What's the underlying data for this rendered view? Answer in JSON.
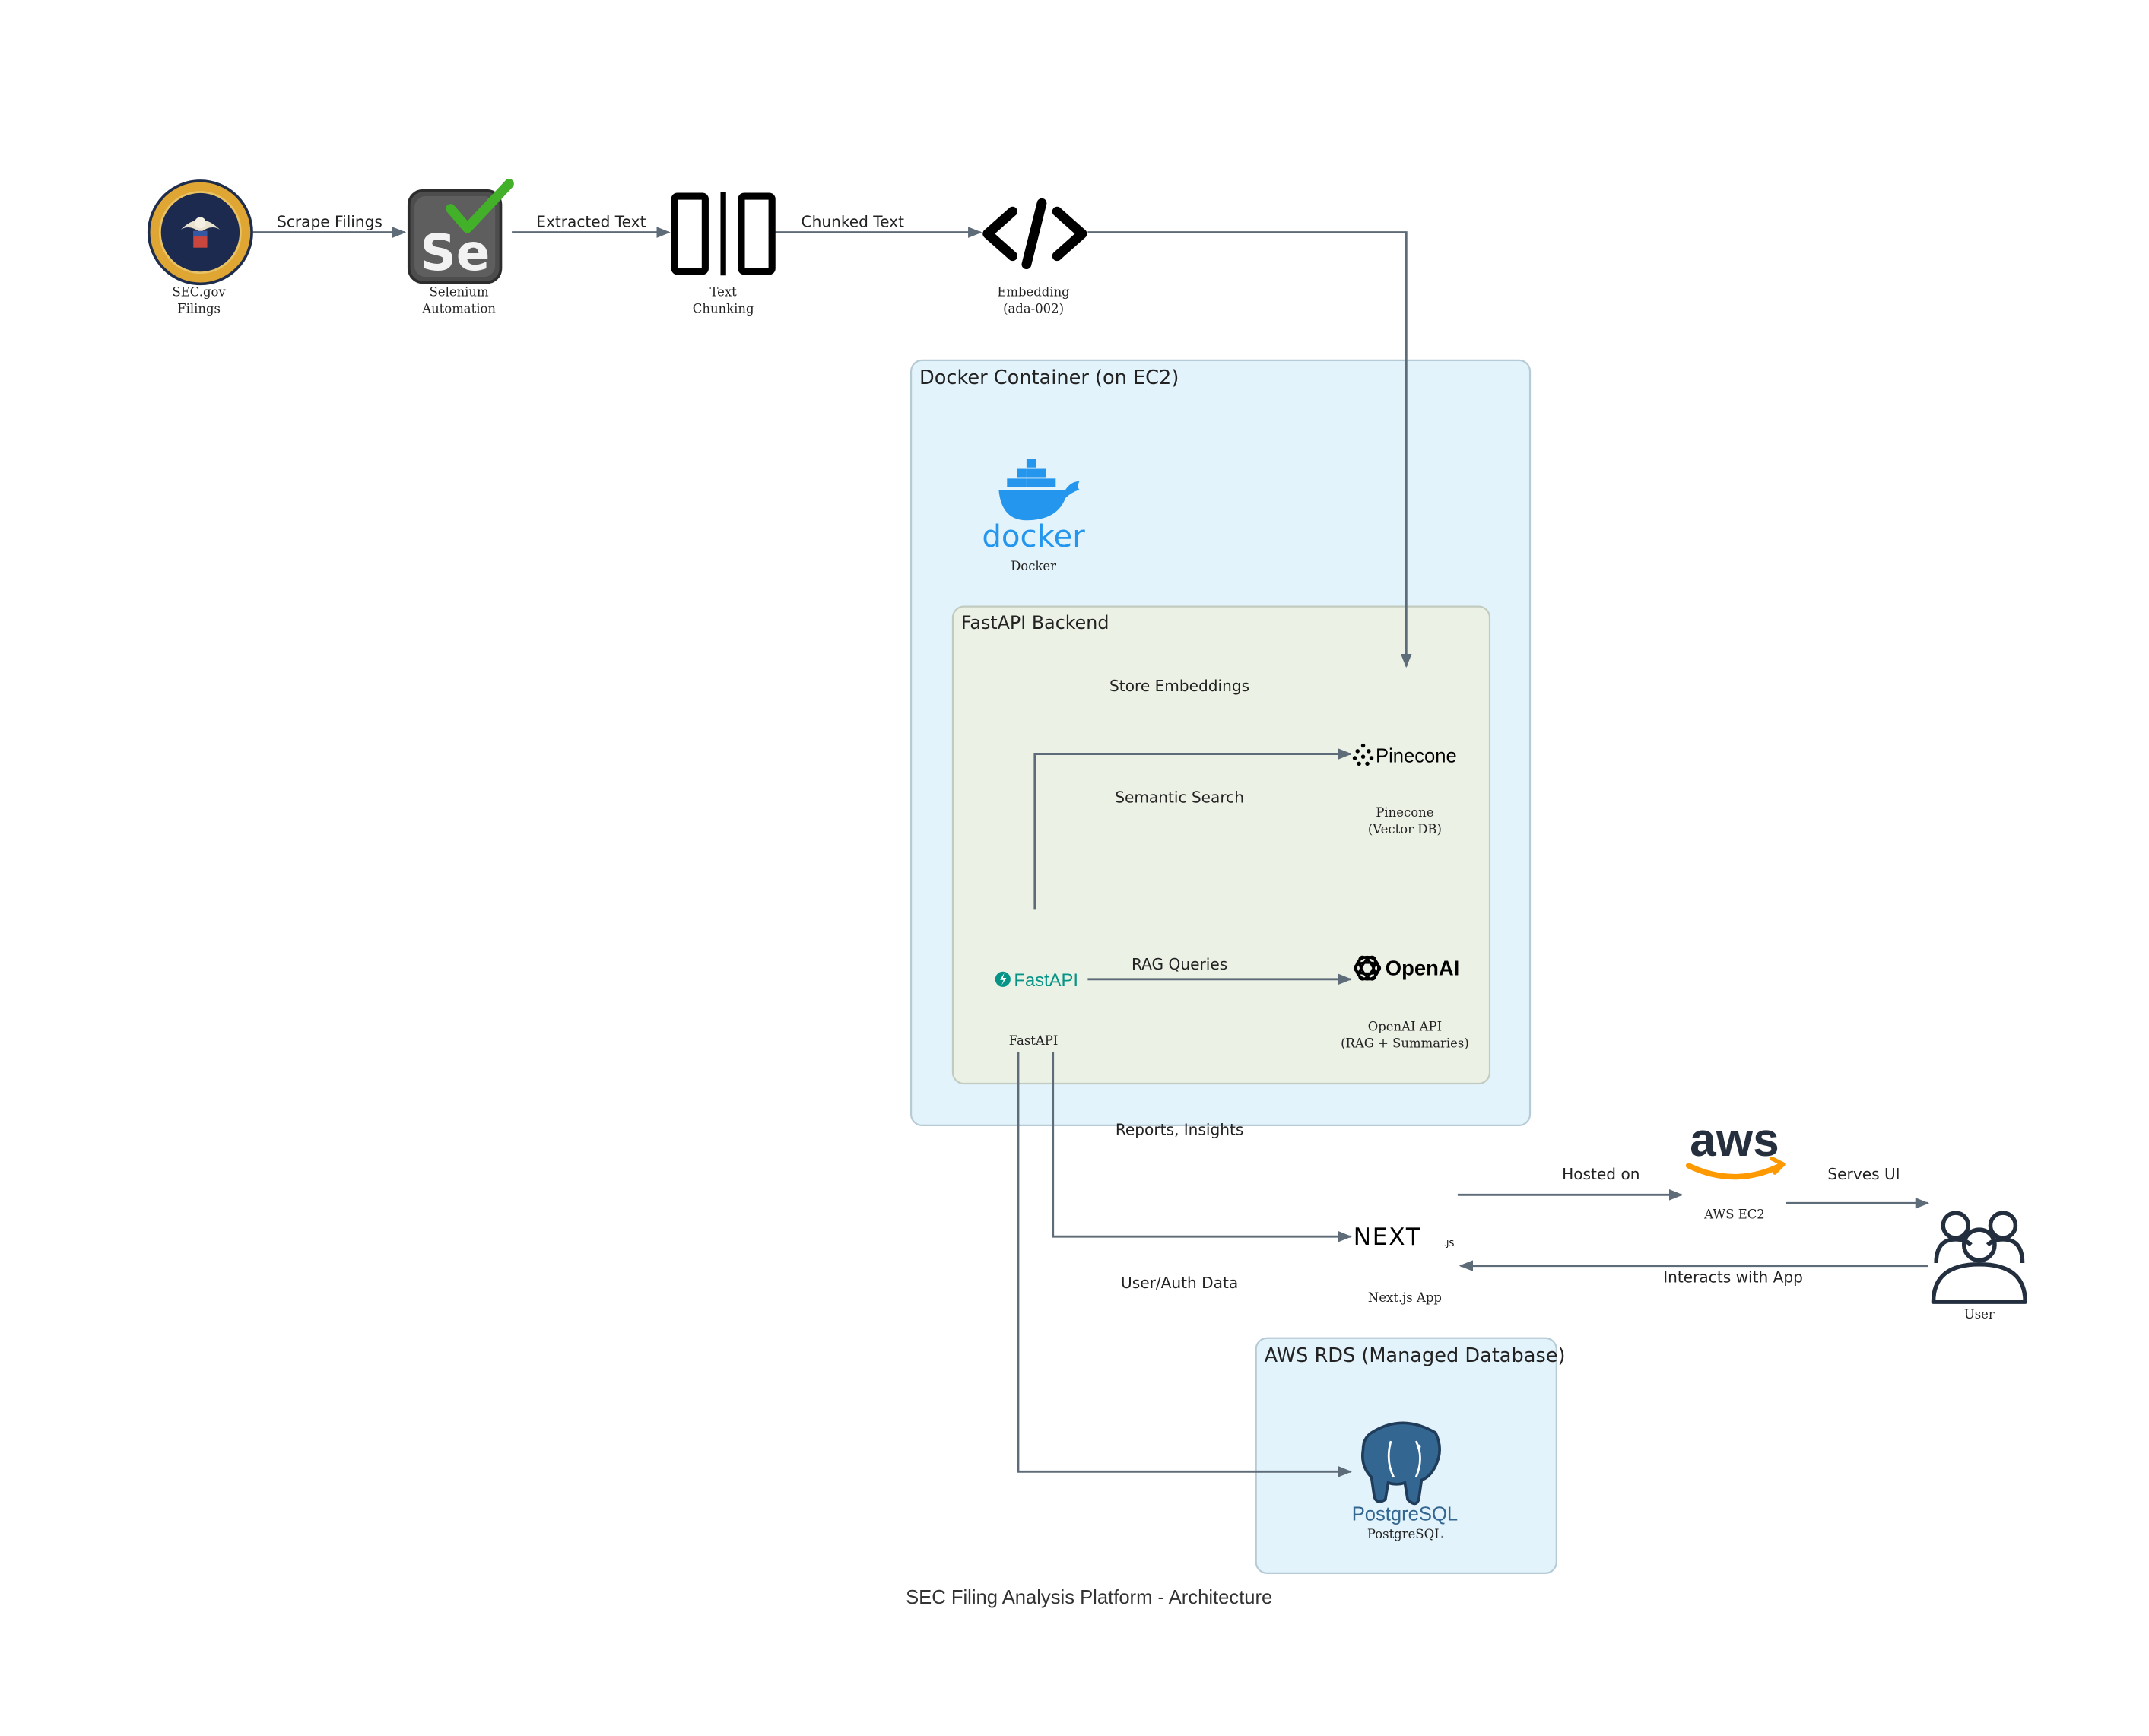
{
  "title": "SEC Filing Analysis Platform - Architecture",
  "colors": {
    "cluster_blue_fill": "#e3f3fb",
    "cluster_green_fill": "#ebf1e5",
    "edge": "#5e6b78",
    "docker_blue": "#2496ed",
    "fastapi_teal": "#059486",
    "aws_orange": "#ff9900",
    "postgres_blue": "#336791",
    "selenium_green": "#43b02a"
  },
  "clusters": {
    "docker": "Docker Container (on EC2)",
    "fastapi": "FastAPI Backend",
    "rds": "AWS RDS (Managed Database)"
  },
  "nodes": {
    "sec": {
      "line1": "SEC.gov",
      "line2": "Filings",
      "icon": "sec-seal-icon"
    },
    "selenium": {
      "line1": "Selenium",
      "line2": "Automation",
      "icon": "selenium-icon",
      "logo_text": "Se"
    },
    "chunking": {
      "line1": "Text",
      "line2": "Chunking",
      "icon": "text-chunking-icon"
    },
    "embedding": {
      "line1": "Embedding",
      "line2": "(ada-002)",
      "icon": "code-icon"
    },
    "docker": {
      "label": "Docker",
      "logo_text": "docker",
      "icon": "docker-whale-icon"
    },
    "pinecone": {
      "line1": "Pinecone",
      "line2": "(Vector DB)",
      "logo_text": "Pinecone",
      "icon": "pinecone-icon"
    },
    "openai": {
      "line1": "OpenAI API",
      "line2": "(RAG + Summaries)",
      "logo_text": "OpenAI",
      "icon": "openai-icon"
    },
    "fastapi": {
      "label": "FastAPI",
      "logo_text": "FastAPI",
      "icon": "fastapi-icon"
    },
    "nextjs": {
      "label": "Next.js App",
      "logo_text": "NEXT",
      "logo_suffix": ".JS",
      "icon": "nextjs-icon"
    },
    "aws": {
      "label": "AWS EC2",
      "logo_text": "aws",
      "icon": "aws-icon"
    },
    "user": {
      "label": "User",
      "icon": "users-icon"
    },
    "postgres": {
      "label": "PostgreSQL",
      "logo_text": "PostgreSQL",
      "icon": "postgres-elephant-icon"
    }
  },
  "edges": {
    "scrape": "Scrape Filings",
    "extracted": "Extracted Text",
    "chunked": "Chunked Text",
    "store": "Store Embeddings",
    "semantic": "Semantic Search",
    "rag": "RAG Queries",
    "reports": "Reports, Insights",
    "hosted": "Hosted on",
    "serves": "Serves UI",
    "interacts": "Interacts with App",
    "userauth": "User/Auth Data"
  }
}
